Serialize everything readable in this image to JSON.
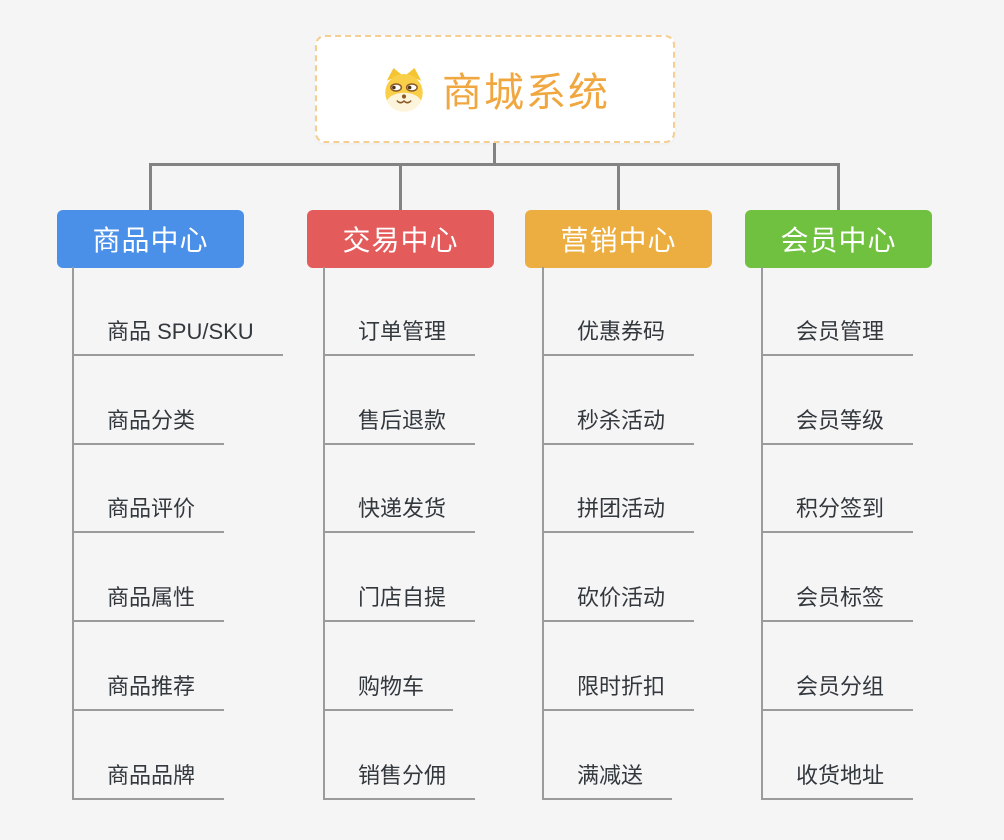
{
  "page": {
    "background": "#f5f5f6"
  },
  "root": {
    "title": "商城系统",
    "icon": "doge-icon",
    "title_color": "#f0a73f",
    "border_color": "#f6ce92"
  },
  "connectors": {
    "tree_line_color": "#838383",
    "leaf_line_color": "#9b9b9b"
  },
  "branches": [
    {
      "label": "商品中心",
      "color": "#4a8fe8",
      "children": [
        "商品 SPU/SKU",
        "商品分类",
        "商品评价",
        "商品属性",
        "商品推荐",
        "商品品牌"
      ]
    },
    {
      "label": "交易中心",
      "color": "#e45b5b",
      "children": [
        "订单管理",
        "售后退款",
        "快递发货",
        "门店自提",
        "购物车",
        "销售分佣"
      ]
    },
    {
      "label": "营销中心",
      "color": "#ecae40",
      "children": [
        "优惠券码",
        "秒杀活动",
        "拼团活动",
        "砍价活动",
        "限时折扣",
        "满减送"
      ]
    },
    {
      "label": "会员中心",
      "color": "#6fc13f",
      "children": [
        "会员管理",
        "会员等级",
        "积分签到",
        "会员标签",
        "会员分组",
        "收货地址"
      ]
    }
  ]
}
